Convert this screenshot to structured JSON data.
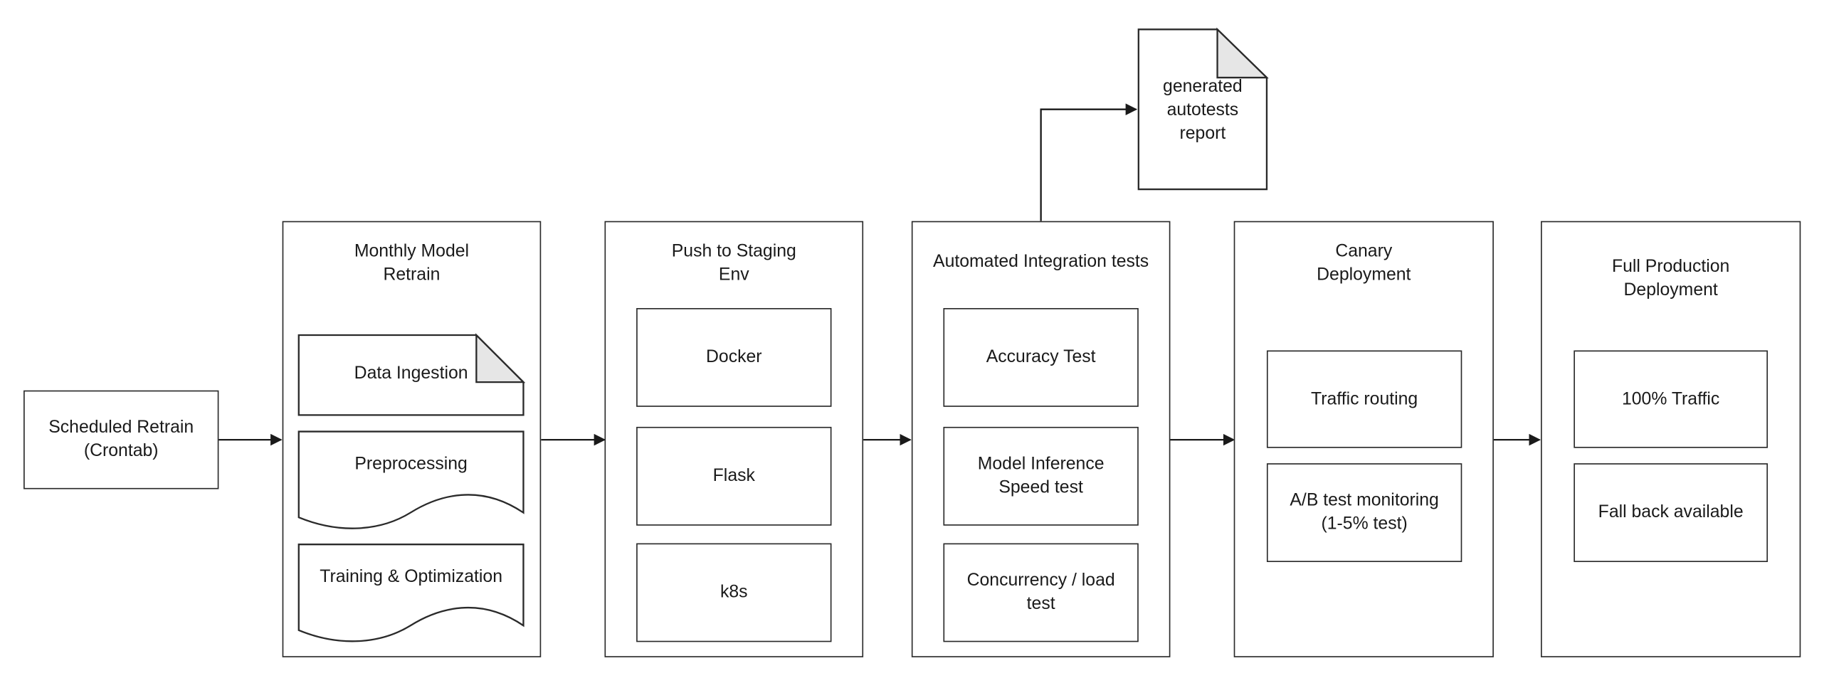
{
  "source_node": {
    "label": "Scheduled Retrain\n(Crontab)"
  },
  "report": {
    "label": "generated\nautotests\nreport"
  },
  "stages": [
    {
      "title": "Monthly Model\nRetrain",
      "steps": [
        "Data Ingestion",
        "Preprocessing",
        "Training & Optimization"
      ]
    },
    {
      "title": "Push to Staging\nEnv",
      "steps": [
        "Docker",
        "Flask",
        "k8s"
      ]
    },
    {
      "title": "Automated Integration tests",
      "steps": [
        "Accuracy Test",
        "Model Inference\nSpeed test",
        "Concurrency / load\ntest"
      ]
    },
    {
      "title": "Canary\nDeployment",
      "steps": [
        "Traffic routing",
        "A/B test monitoring\n(1-5% test)"
      ]
    },
    {
      "title": "Full Production\nDeployment",
      "steps": [
        "100% Traffic",
        "Fall back available"
      ]
    }
  ],
  "colors": {
    "stroke": "#2a2a2a",
    "fold": "#e6e6e6",
    "background": "#ffffff"
  }
}
